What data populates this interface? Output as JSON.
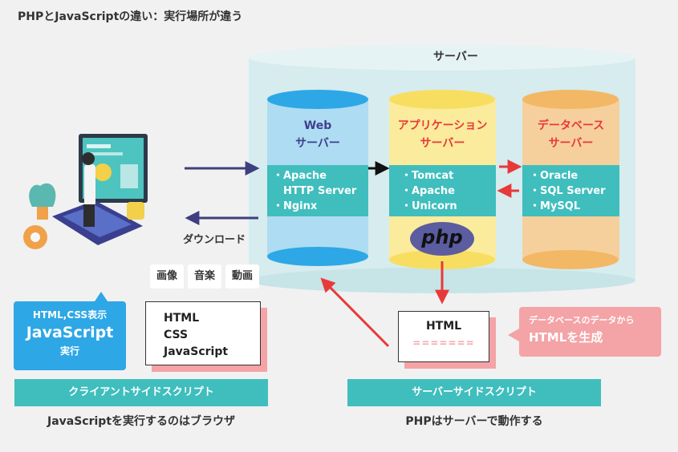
{
  "title": "PHPとJavaScriptの違い：実行場所が違う",
  "server_label": "サーバー",
  "web_server": {
    "title_line1": "Web",
    "title_line2": "サーバー",
    "items": [
      "・Apache",
      "HTTP Server",
      "・Nginx"
    ]
  },
  "app_server": {
    "title_line1": "アプリケーション",
    "title_line2": "サーバー",
    "items": [
      "・Tomcat",
      "・Apache",
      "・Unicorn"
    ]
  },
  "db_server": {
    "title_line1": "データベース",
    "title_line2": "サーバー",
    "items": [
      "・Oracle",
      "・SQL Server",
      "・MySQL"
    ]
  },
  "php_logo_text": "php",
  "download_label": "ダウンロード",
  "media_tags": [
    "画像",
    "音楽",
    "動画"
  ],
  "client_bubble": {
    "line1": "HTML,CSS表示",
    "line2": "JavaScript",
    "line3": "実行"
  },
  "client_doc_items": [
    "HTML",
    "CSS",
    "JavaScript"
  ],
  "server_doc": {
    "title": "HTML",
    "dashes": "======="
  },
  "pink_note": {
    "line1": "データベースのデータから",
    "line2": "HTMLを生成"
  },
  "client_bar": "クライアントサイドスクリプト",
  "server_bar": "サーバーサイドスクリプト",
  "client_caption": "JavaScriptを実行するのはブラウザ",
  "server_caption": "PHPはサーバーで動作する",
  "colors": {
    "teal": "#3fbebd",
    "blue_bubble": "#2da7e6",
    "navy_arrow": "#3f3f7f",
    "red_arrow": "#e8393a",
    "pink_note": "#f4a3a6",
    "web_cyl": "#aedcf2",
    "app_cyl": "#fbeb9c",
    "db_cyl": "#f6d09c"
  }
}
